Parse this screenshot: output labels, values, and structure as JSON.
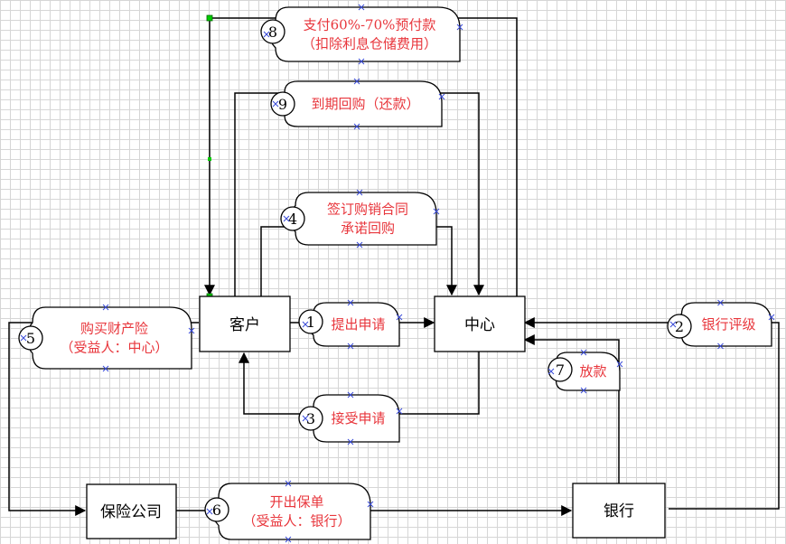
{
  "nodes": {
    "customer": "客户",
    "center": "中心",
    "insurer": "保险公司",
    "bank": "银行"
  },
  "steps": [
    {
      "num": "1",
      "lines": [
        "提出申请"
      ]
    },
    {
      "num": "2",
      "lines": [
        "银行评级"
      ]
    },
    {
      "num": "3",
      "lines": [
        "接受申请"
      ]
    },
    {
      "num": "4",
      "lines": [
        "签订购销合同",
        "承诺回购"
      ]
    },
    {
      "num": "5",
      "lines": [
        "购买财产险",
        "（受益人：中心）"
      ]
    },
    {
      "num": "6",
      "lines": [
        "开出保单",
        "（受益人：银行）"
      ]
    },
    {
      "num": "7",
      "lines": [
        "放款"
      ]
    },
    {
      "num": "8",
      "lines": [
        "支付60%-70%预付款",
        "（扣除利息仓储费用）"
      ]
    },
    {
      "num": "9",
      "lines": [
        "到期回购（还款）"
      ]
    }
  ],
  "colors": {
    "step_text": "#e8363c",
    "line": "#000000",
    "grid": "#d6d6d6",
    "marker": "#3a4bd8"
  }
}
